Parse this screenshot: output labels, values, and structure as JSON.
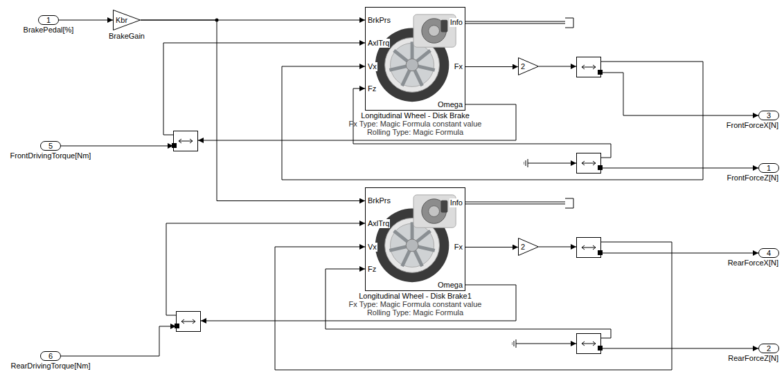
{
  "diagram": {
    "nodes": [
      {
        "text": [
          "1",
          "BrakePedal[%]"
        ]
      },
      {
        "text": [
          "Kbr",
          "BrakeGain"
        ]
      },
      {
        "text": [
          "BrkPrs",
          "AxlTrq",
          "Vx",
          "Fz",
          "Info",
          "Fx",
          "Omega",
          "Longitudinal Wheel - Disk Brake",
          "Fx Type: Magic Formula constant value",
          "Rolling Type: Magic Formula"
        ]
      },
      {
        "text": [
          "2"
        ]
      },
      {
        "text": [
          "3",
          "FrontForceX[N]"
        ]
      },
      {
        "text": [
          "1",
          "FrontForceZ[N]"
        ]
      },
      {
        "text": [
          "5",
          "FrontDrivingTorque[Nm]"
        ]
      },
      {
        "text": [
          "BrkPrs",
          "AxlTrq",
          "Vx",
          "Fz",
          "Info",
          "Fx",
          "Omega",
          "Longitudinal Wheel - Disk Brake1",
          "Fx Type: Magic Formula constant value",
          "Rolling Type: Magic Formula"
        ]
      },
      {
        "text": [
          "2"
        ]
      },
      {
        "text": [
          "4",
          "RearForceX[N]"
        ]
      },
      {
        "text": [
          "2",
          "RearForceZ[N]"
        ]
      },
      {
        "text": [
          "6",
          "RearDrivingTorque[Nm]"
        ]
      }
    ],
    "edges": [
      {
        "from": 0,
        "to": 1,
        "arrow": "to"
      },
      {
        "from": 1,
        "to": 2,
        "arrow": "to"
      },
      {
        "from": 1,
        "to": 7,
        "arrow": "to"
      },
      {
        "from": 2,
        "to": 3,
        "arrow": "to"
      },
      {
        "from": 7,
        "to": 8,
        "arrow": "to"
      }
    ]
  }
}
